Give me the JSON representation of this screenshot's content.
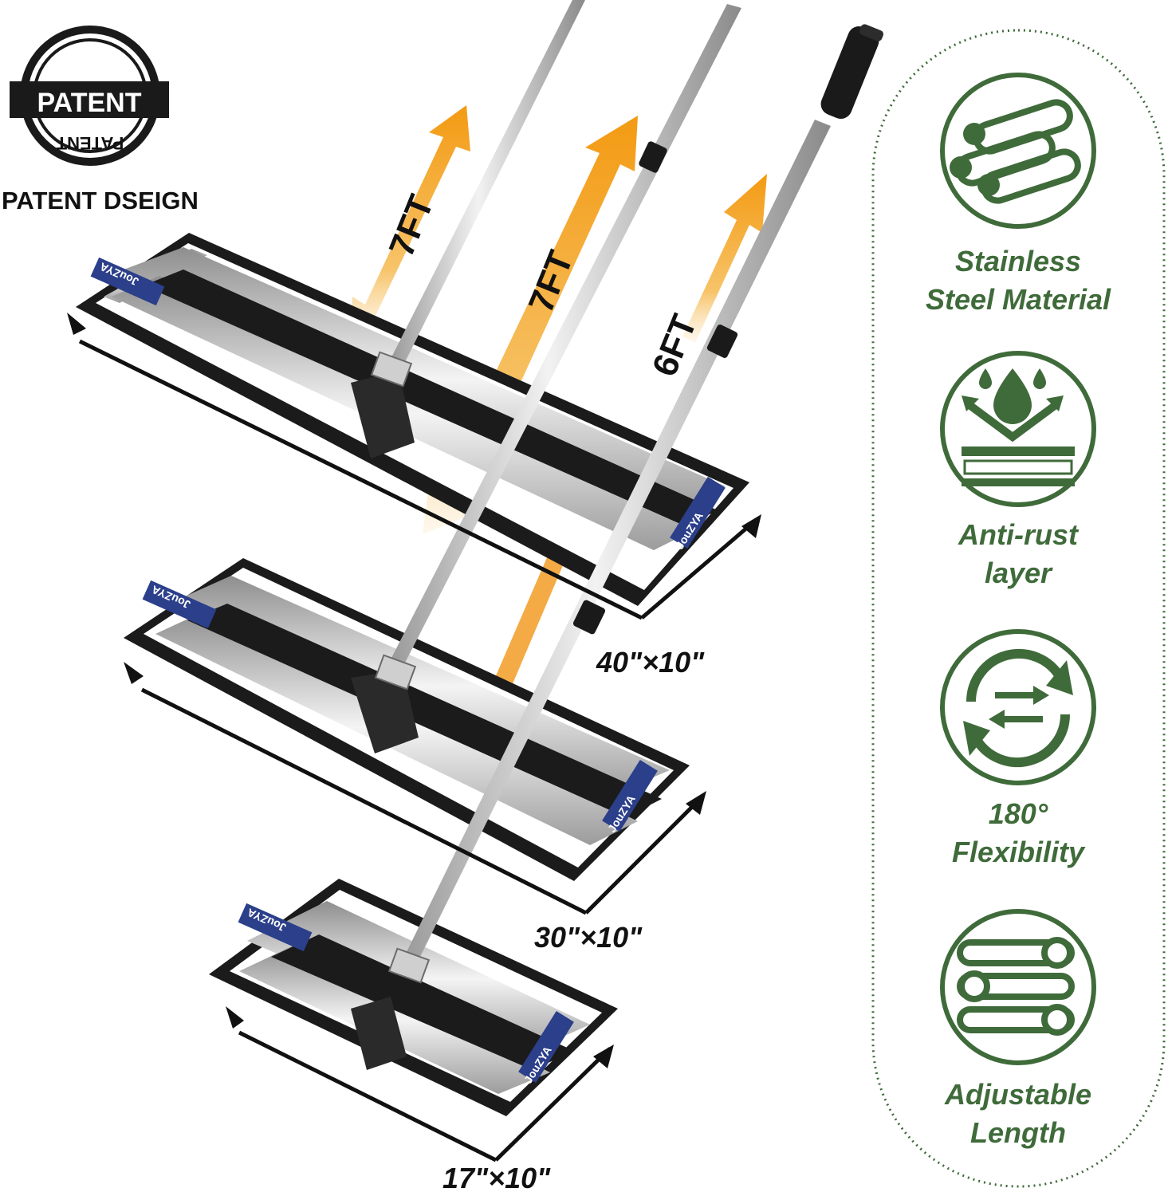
{
  "badge": {
    "main_text": "PATENT",
    "arc_text": "PATENT",
    "caption": "PATENT DSEIGN"
  },
  "heights": {
    "tall_left": "7FT",
    "tall_middle": "7FT",
    "short_right": "6FT"
  },
  "sizes": {
    "large": "40\"×10\"",
    "medium": "30\"×10\"",
    "small": "17\"×10\""
  },
  "brand_label": "JouZYA",
  "features": [
    {
      "icon": "steel-pipes-icon",
      "line1": "Stainless",
      "line2": "Steel Material"
    },
    {
      "icon": "anti-rust-icon",
      "line1": "Anti-rust",
      "line2": "layer"
    },
    {
      "icon": "rotation-icon",
      "line1": "180°",
      "line2": "Flexibility"
    },
    {
      "icon": "adjustable-length-icon",
      "line1": "Adjustable",
      "line2": "Length"
    }
  ],
  "colors": {
    "accent_green": "#3f6b3a",
    "arrow_orange": "#f5a623",
    "frame_black": "#1b1b1b"
  }
}
